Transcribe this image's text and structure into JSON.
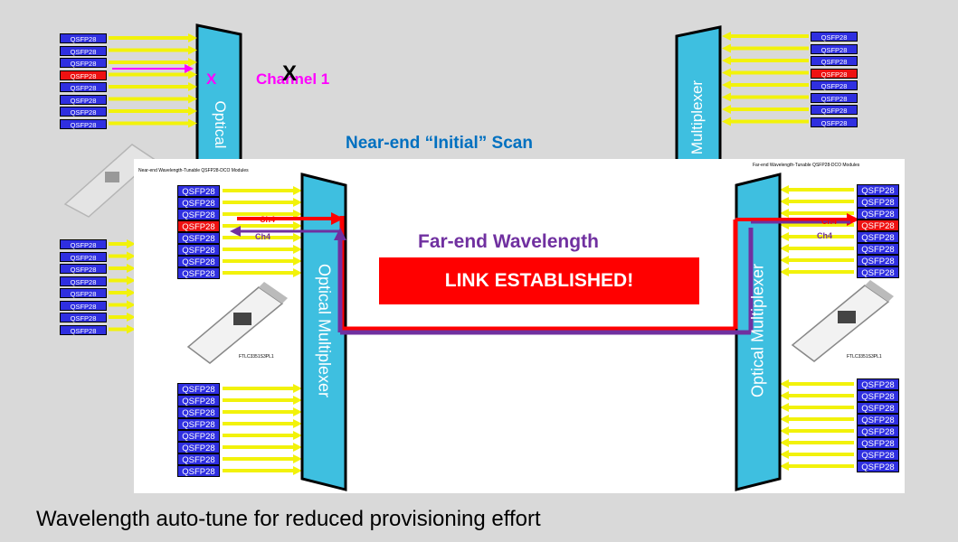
{
  "colors": {
    "background": "#d9d9d9",
    "mux_fill": "#3ebfe0",
    "qsfp_fill": "#2f2fe0",
    "qsfp_selected": "#ee1111",
    "arrow_yellow": "#f2f20a",
    "link_red": "#ff0000",
    "link_purple": "#7030a0",
    "channel_magenta": "#ff00ff",
    "scan_blue": "#0070c0"
  },
  "module_label": "QSFP28",
  "background_diagram": {
    "left_mux_label": "Optical",
    "right_mux_label": "Multiplexer",
    "channel_label": "Channel 1",
    "reject_mark": "X",
    "reject_mark_2": "X",
    "scan_title": "Near-end “Initial” Scan"
  },
  "main_diagram": {
    "near_end_title": "Near-end  Wavelength-Tunable  QSFP28-DCO  Modules",
    "far_end_title": "Far-end  Wavelength-Tunable  QSFP28-DCO  Modules",
    "left_mux_label": "Optical Multiplexer",
    "right_mux_label": "Optical Multiplexer",
    "channel_red_label": "Ch4",
    "channel_purple_label": "Ch4",
    "far_end_heading": "Far-end Wavelength",
    "link_status": "LINK ESTABLISHED!",
    "part_number": "FTLC3351S3PL1"
  },
  "caption": "Wavelength auto-tune for reduced provisioning effort"
}
